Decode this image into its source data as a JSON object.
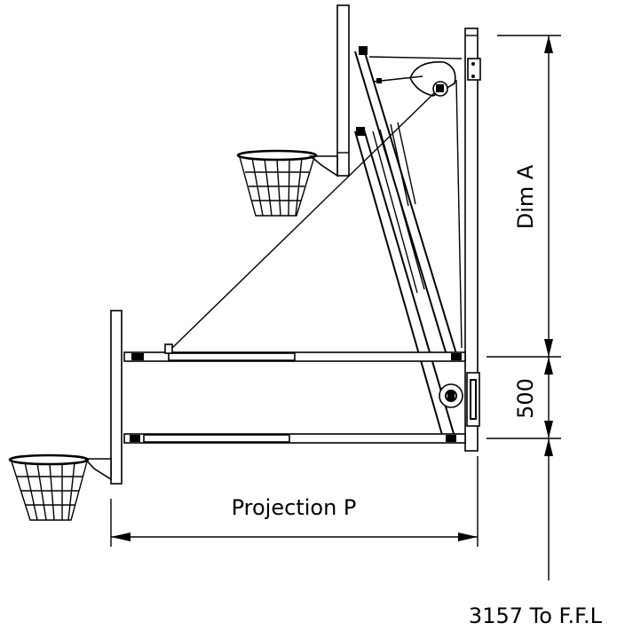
{
  "labels": {
    "dim_a": "Dim A",
    "dim_500": "500",
    "projection": "Projection P",
    "height": "3157 To F.F.L"
  }
}
